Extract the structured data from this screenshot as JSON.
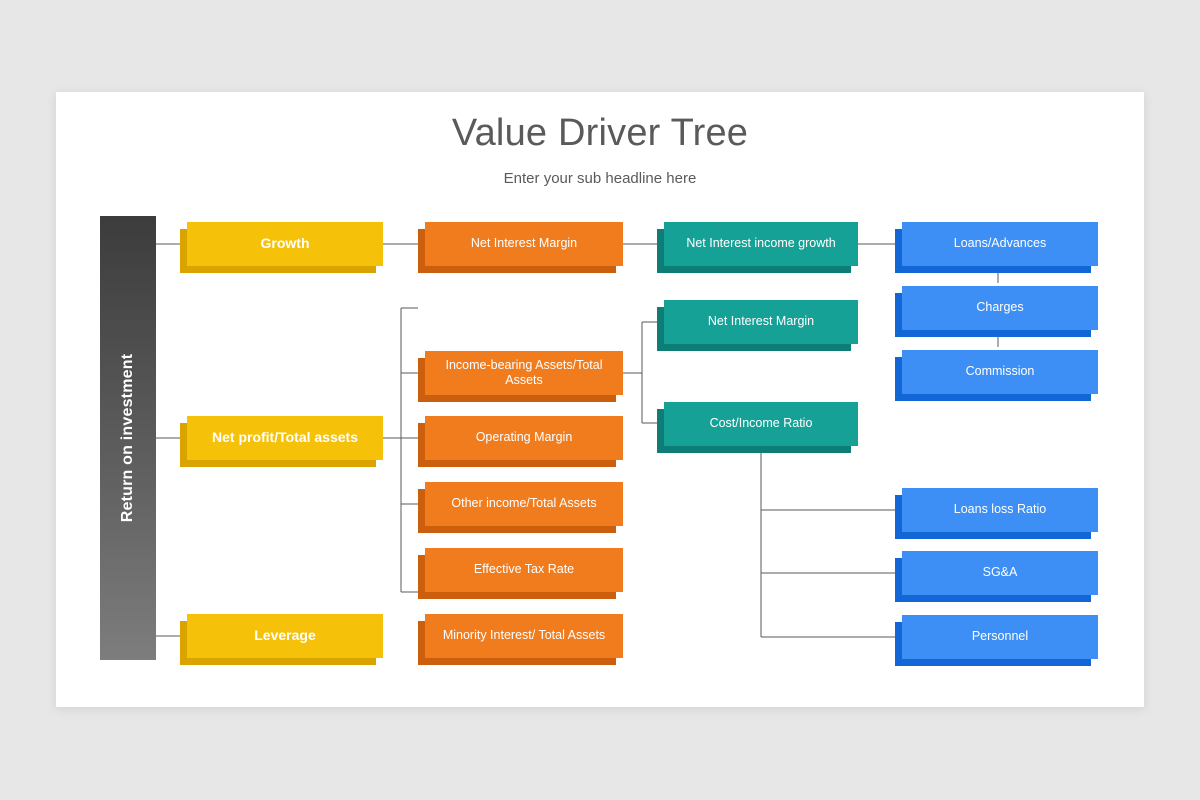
{
  "slide": {
    "title": "Value Driver Tree",
    "subtitle": "Enter your sub headline here",
    "background_color": "#e8e7e7",
    "surface_color": "#ffffff"
  },
  "palette": {
    "root": "#5e5e5e",
    "level1": "#f6c109",
    "level1_shadow": "#d9a400",
    "level2": "#f07c1e",
    "level2_shadow": "#cc5f0d",
    "level3": "#16a197",
    "level3_shadow": "#0d7d76",
    "level4": "#3d8ff5",
    "level4_shadow": "#1366d6",
    "connector": "#58595b",
    "text_on_color": "#ffffff",
    "heading_text": "#5a5a5a"
  },
  "chart_data": {
    "type": "diagram",
    "title": "Value Driver Tree",
    "subtitle": "Enter your sub headline here",
    "diagram_kind": "value-driver-tree",
    "root": "Return on investment",
    "levels": [
      {
        "index": 1,
        "color": "#f6c109",
        "nodes": [
          "Growth",
          "Net profit/Total assets",
          "Leverage"
        ]
      },
      {
        "index": 2,
        "color": "#f07c1e",
        "nodes": [
          "Net Interest Margin",
          "Income-bearing Assets/Total Assets",
          "Operating Margin",
          "Other income/Total Assets",
          "Effective Tax Rate",
          "Minority Interest/ Total Assets"
        ]
      },
      {
        "index": 3,
        "color": "#16a197",
        "nodes": [
          "Net Interest income growth",
          "Net Interest Margin",
          "Cost/Income Ratio"
        ]
      },
      {
        "index": 4,
        "color": "#3d8ff5",
        "nodes": [
          "Loans/Advances",
          "Charges",
          "Commission",
          "Loans loss Ratio",
          "SG&A",
          "Personnel"
        ]
      }
    ],
    "edges": [
      [
        "Return on investment",
        "Growth"
      ],
      [
        "Return on investment",
        "Net profit/Total assets"
      ],
      [
        "Return on investment",
        "Leverage"
      ],
      [
        "Growth",
        "Net Interest Margin"
      ],
      [
        "Net profit/Total assets",
        "Income-bearing Assets/Total Assets"
      ],
      [
        "Net profit/Total assets",
        "Operating Margin"
      ],
      [
        "Net profit/Total assets",
        "Other income/Total Assets"
      ],
      [
        "Net profit/Total assets",
        "Effective Tax Rate"
      ],
      [
        "Net profit/Total assets",
        "Minority Interest/ Total Assets"
      ],
      [
        "Net Interest Margin",
        "Net Interest income growth"
      ],
      [
        "Operating Margin",
        "Net Interest Margin"
      ],
      [
        "Operating Margin",
        "Cost/Income Ratio"
      ],
      [
        "Net Interest income growth",
        "Loans/Advances"
      ],
      [
        "Loans/Advances",
        "Charges"
      ],
      [
        "Charges",
        "Commission"
      ],
      [
        "Cost/Income Ratio",
        "Loans loss Ratio"
      ],
      [
        "Cost/Income Ratio",
        "SG&A"
      ],
      [
        "Cost/Income Ratio",
        "Personnel"
      ]
    ]
  },
  "nodes": {
    "root": "Return on investment",
    "growth": "Growth",
    "net_profit_total_assets": "Net profit/Total assets",
    "leverage": "Leverage",
    "net_interest_margin_o": "Net Interest Margin",
    "income_bearing_assets": "Income-bearing Assets/Total Assets",
    "operating_margin": "Operating Margin",
    "other_income_total_assets": "Other income/Total Assets",
    "effective_tax_rate": "Effective Tax Rate",
    "minority_interest": "Minority Interest/ Total Assets",
    "net_interest_income_growth": "Net Interest income growth",
    "net_interest_margin_t": "Net Interest Margin",
    "cost_income_ratio": "Cost/Income Ratio",
    "loans_advances": "Loans/Advances",
    "charges": "Charges",
    "commission": "Commission",
    "loans_loss_ratio": "Loans loss Ratio",
    "sga": "SG&A",
    "personnel": "Personnel"
  }
}
